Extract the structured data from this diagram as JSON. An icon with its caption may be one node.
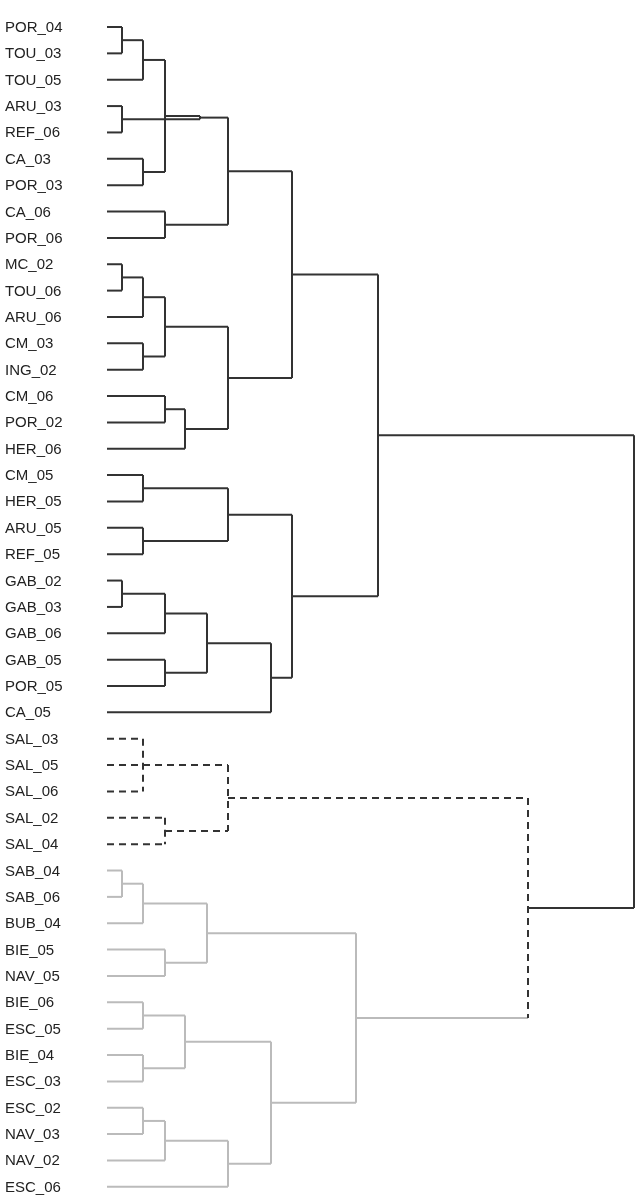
{
  "diagram": {
    "labels": [
      "POR_04",
      "TOU_03",
      "TOU_05",
      "ARU_03",
      "REF_06",
      "CA_03",
      "POR_03",
      "CA_06",
      "POR_06",
      "MC_02",
      "TOU_06",
      "ARU_06",
      "CM_03",
      "ING_02",
      "CM_06",
      "POR_02",
      "HER_06",
      "CM_05",
      "HER_05",
      "ARU_05",
      "REF_05",
      "GAB_02",
      "GAB_03",
      "GAB_06",
      "GAB_05",
      "POR_05",
      "CA_05",
      "SAL_03",
      "SAL_05",
      "SAL_06",
      "SAL_02",
      "SAL_04",
      "SAB_04",
      "SAB_06",
      "BUB_04",
      "BIE_05",
      "NAV_05",
      "BIE_06",
      "ESC_05",
      "BIE_04",
      "ESC_03",
      "ESC_02",
      "NAV_03",
      "NAV_02",
      "ESC_06"
    ]
  }
}
